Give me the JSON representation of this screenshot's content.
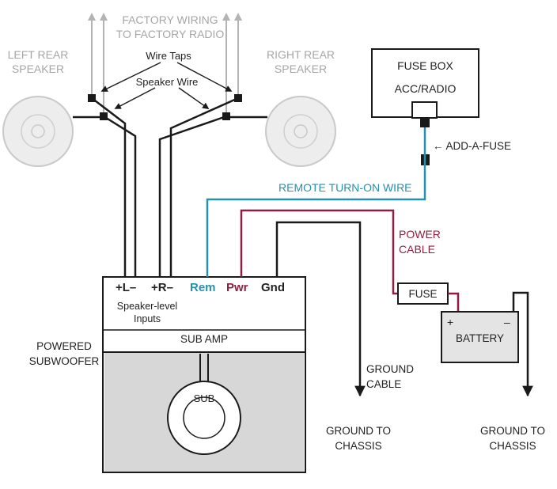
{
  "colors": {
    "remote_wire_teal": "#2491ad",
    "power_cable_red": "#8e1f40",
    "factory_gray": "#b3b3b3",
    "wire_black": "#1a1a1a",
    "amp_gray_panel": "#d7d7d7",
    "battery_fill": "#e4e4e4"
  },
  "labels": {
    "factory_wiring": {
      "line1": "FACTORY WIRING",
      "line2": "TO FACTORY RADIO"
    },
    "left_speaker": {
      "line1": "LEFT REAR",
      "line2": "SPEAKER"
    },
    "right_speaker": {
      "line1": "RIGHT REAR",
      "line2": "SPEAKER"
    },
    "wire_taps": "Wire Taps",
    "speaker_wire": "Speaker Wire",
    "fuse_box": "FUSE BOX",
    "acc_radio": "ACC/RADIO",
    "add_a_fuse": "← ADD-A-FUSE",
    "remote_turn_on": "REMOTE TURN-ON WIRE",
    "power_cable": {
      "line1": "POWER",
      "line2": "CABLE"
    },
    "fuse": "FUSE",
    "battery": "BATTERY",
    "battery_plus": "+",
    "battery_minus": "–",
    "ground_cable": {
      "line1": "GROUND",
      "line2": "CABLE"
    },
    "ground_chassis_left": {
      "line1": "GROUND TO",
      "line2": "CHASSIS"
    },
    "ground_chassis_right": {
      "line1": "GROUND TO",
      "line2": "CHASSIS"
    },
    "powered_subwoofer": {
      "line1": "POWERED",
      "line2": "SUBWOOFER"
    },
    "amp": {
      "terminal_l": "+L–",
      "terminal_r": "+R–",
      "terminal_rem": "Rem",
      "terminal_pwr": "Pwr",
      "terminal_gnd": "Gnd",
      "speaker_level_inputs": {
        "line1": "Speaker-level",
        "line2": "Inputs"
      },
      "sub_amp": "SUB AMP",
      "sub": "SUB"
    }
  }
}
